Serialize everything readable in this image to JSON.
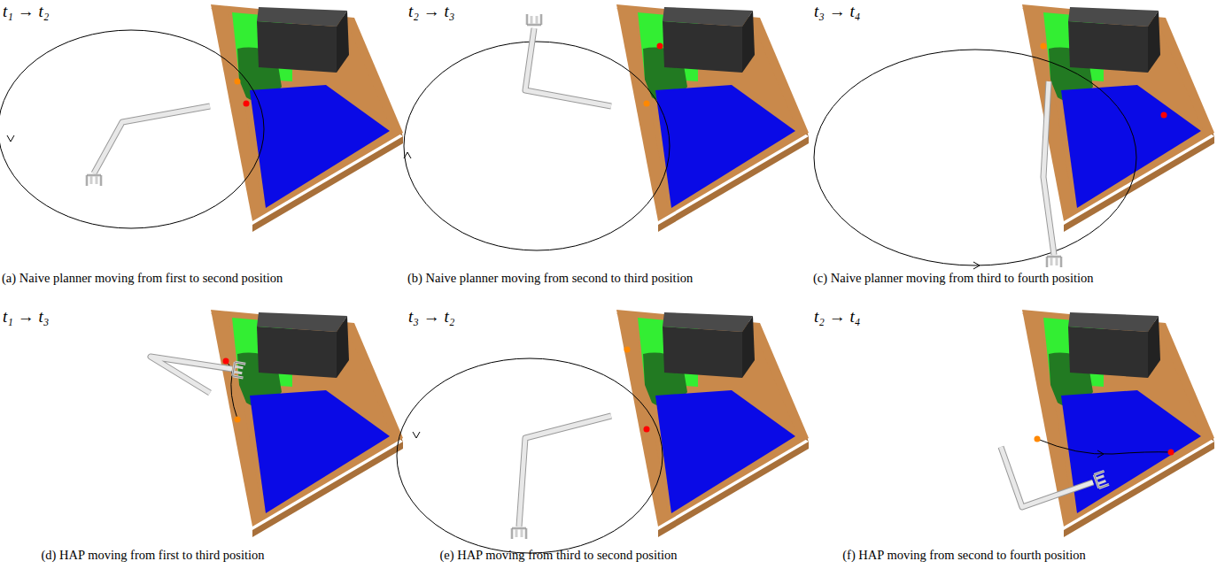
{
  "diagram": {
    "labels": [
      "t₁ → t₂",
      "t₂ → t₃",
      "t₃ → t₄",
      "t₁ → t₃",
      "t₃ → t₂",
      "t₂ → t₄",
      "(a) Naive planner moving from first to second position",
      "(b) Naive planner moving from second to third position",
      "(c) Naive planner moving from third to fourth position",
      "(d) HAP moving from first to third position",
      "(e) HAP moving from third to second position",
      "(f) HAP moving from second to fourth position"
    ]
  }
}
